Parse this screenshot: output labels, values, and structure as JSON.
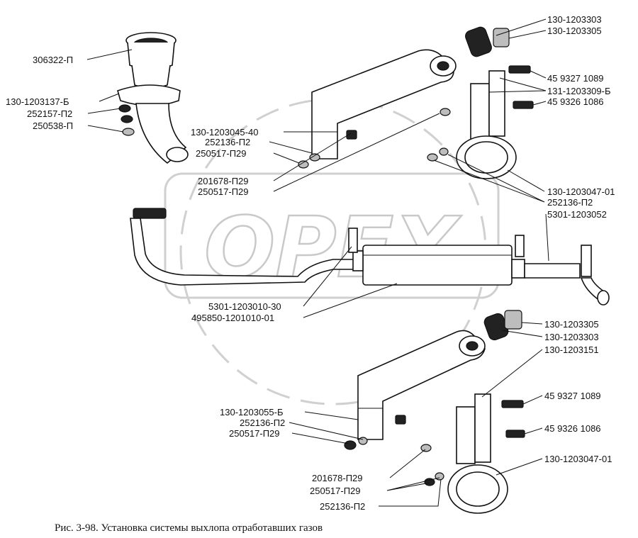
{
  "watermark": "OPEX",
  "caption": "Рис. 3-98. Установка системы выхлопа отработавших газов",
  "labels": {
    "l01": "306322-П",
    "l02": "130-1203137-Б",
    "l03": "252157-П2",
    "l04": "250538-П",
    "l05": "130-1203045-40",
    "l06": "252136-П2",
    "l07": "250517-П29",
    "l08": "201678-П29",
    "l09": "250517-П29",
    "l10": "130-1203303",
    "l11": "130-1203305",
    "l12": "45 9327 1089",
    "l13": "131-1203309-Б",
    "l14": "45 9326 1086",
    "l15": "130-1203047-01",
    "l16": "252136-П2",
    "l17": "5301-1203052",
    "l18": "5301-1203010-30",
    "l19": "495850-1201010-01",
    "l20": "130-1203305",
    "l21": "130-1203303",
    "l22": "130-1203151",
    "l23": "45 9327 1089",
    "l24": "45 9326 1086",
    "l25": "130-1203055-Б",
    "l26": "252136-П2",
    "l27": "250517-П29",
    "l28": "130-1203047-01",
    "l29": "201678-П29",
    "l30": "250517-П29",
    "l31": "252136-П2"
  }
}
